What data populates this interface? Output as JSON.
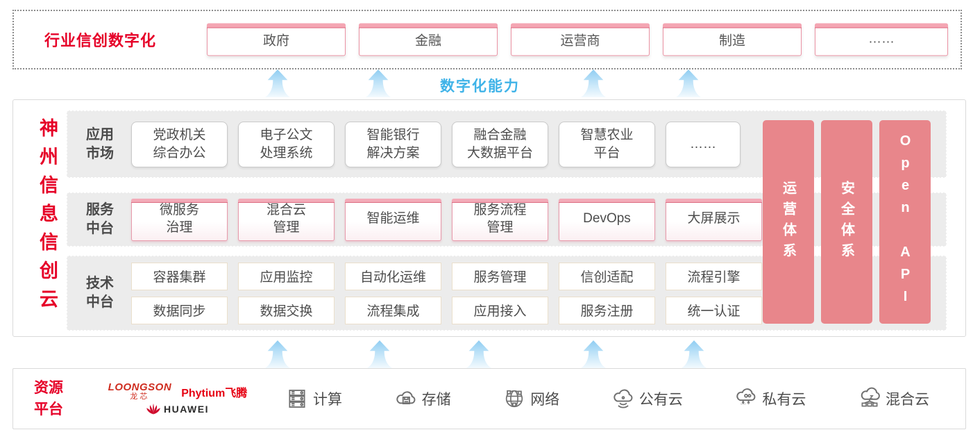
{
  "colors": {
    "accent_red": "#e60028",
    "pillar_pink": "#e8868b",
    "capability_blue": "#3fb3e8"
  },
  "top_banner": {
    "title": "行业信创数字化",
    "industries": [
      "政府",
      "金融",
      "运营商",
      "制造",
      "……"
    ]
  },
  "capability_label": "数字化能力",
  "platform": {
    "title": "神州信息信创云",
    "rows": [
      {
        "label": "应用\n市场",
        "items": [
          {
            "text": "党政机关\n综合办公"
          },
          {
            "text": "电子公文\n处理系统"
          },
          {
            "text": "智能银行\n解决方案"
          },
          {
            "text": "融合金融\n大数据平台"
          },
          {
            "text": "智慧农业\n平台"
          },
          {
            "text": "……"
          }
        ]
      },
      {
        "label": "服务\n中台",
        "items": [
          {
            "text": "微服务\n治理"
          },
          {
            "text": "混合云\n管理"
          },
          {
            "text": "智能运维"
          },
          {
            "text": "服务流程\n管理"
          },
          {
            "text": "DevOps"
          },
          {
            "text": "大屏展示"
          }
        ]
      },
      {
        "label": "技术\n中台",
        "items_top": [
          "容器集群",
          "应用监控",
          "自动化运维",
          "服务管理",
          "信创适配",
          "流程引擎"
        ],
        "items_bottom": [
          "数据同步",
          "数据交换",
          "流程集成",
          "应用接入",
          "服务注册",
          "统一认证"
        ]
      }
    ],
    "pillars": [
      "运营体系",
      "安全体系",
      "Open API"
    ]
  },
  "resource_platform": {
    "title": "资源\n平台",
    "vendors": {
      "loongson_en": "LOONGSON",
      "loongson_cn": "龙芯",
      "phytium": "Phytium飞腾",
      "huawei": "HUAWEI"
    },
    "resources": [
      {
        "icon": "compute-icon",
        "label": "计算"
      },
      {
        "icon": "storage-icon",
        "label": "存储"
      },
      {
        "icon": "network-icon",
        "label": "网络"
      },
      {
        "icon": "public-cloud-icon",
        "label": "公有云"
      },
      {
        "icon": "private-cloud-icon",
        "label": "私有云"
      },
      {
        "icon": "hybrid-cloud-icon",
        "label": "混合云"
      }
    ]
  }
}
